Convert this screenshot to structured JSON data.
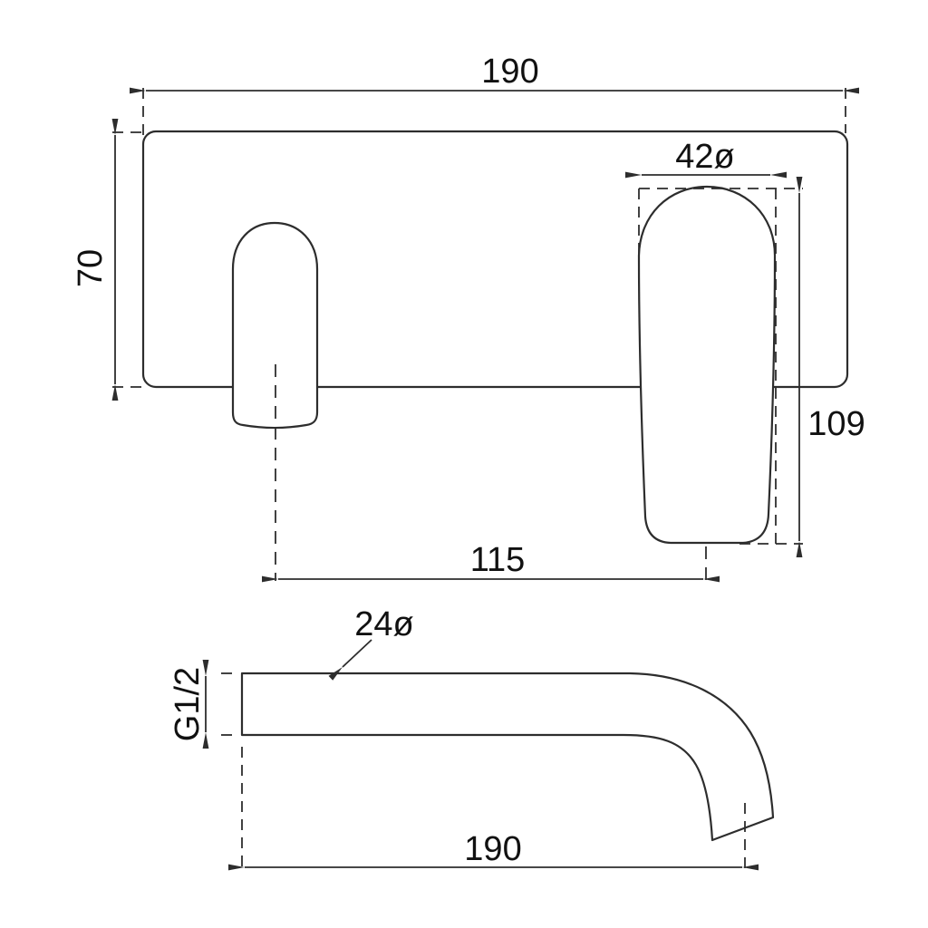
{
  "colors": {
    "background": "#ffffff",
    "line": "#2d2d2d",
    "text": "#111111"
  },
  "front_view": {
    "plate_width_label": "190",
    "plate_height_label": "70",
    "handle_diameter_label": "42ø",
    "handle_length_label": "109",
    "spout_handle_spacing_label": "115"
  },
  "side_view": {
    "spout_diameter_label": "24ø",
    "thread_label": "G1/2",
    "spout_length_label": "190"
  }
}
